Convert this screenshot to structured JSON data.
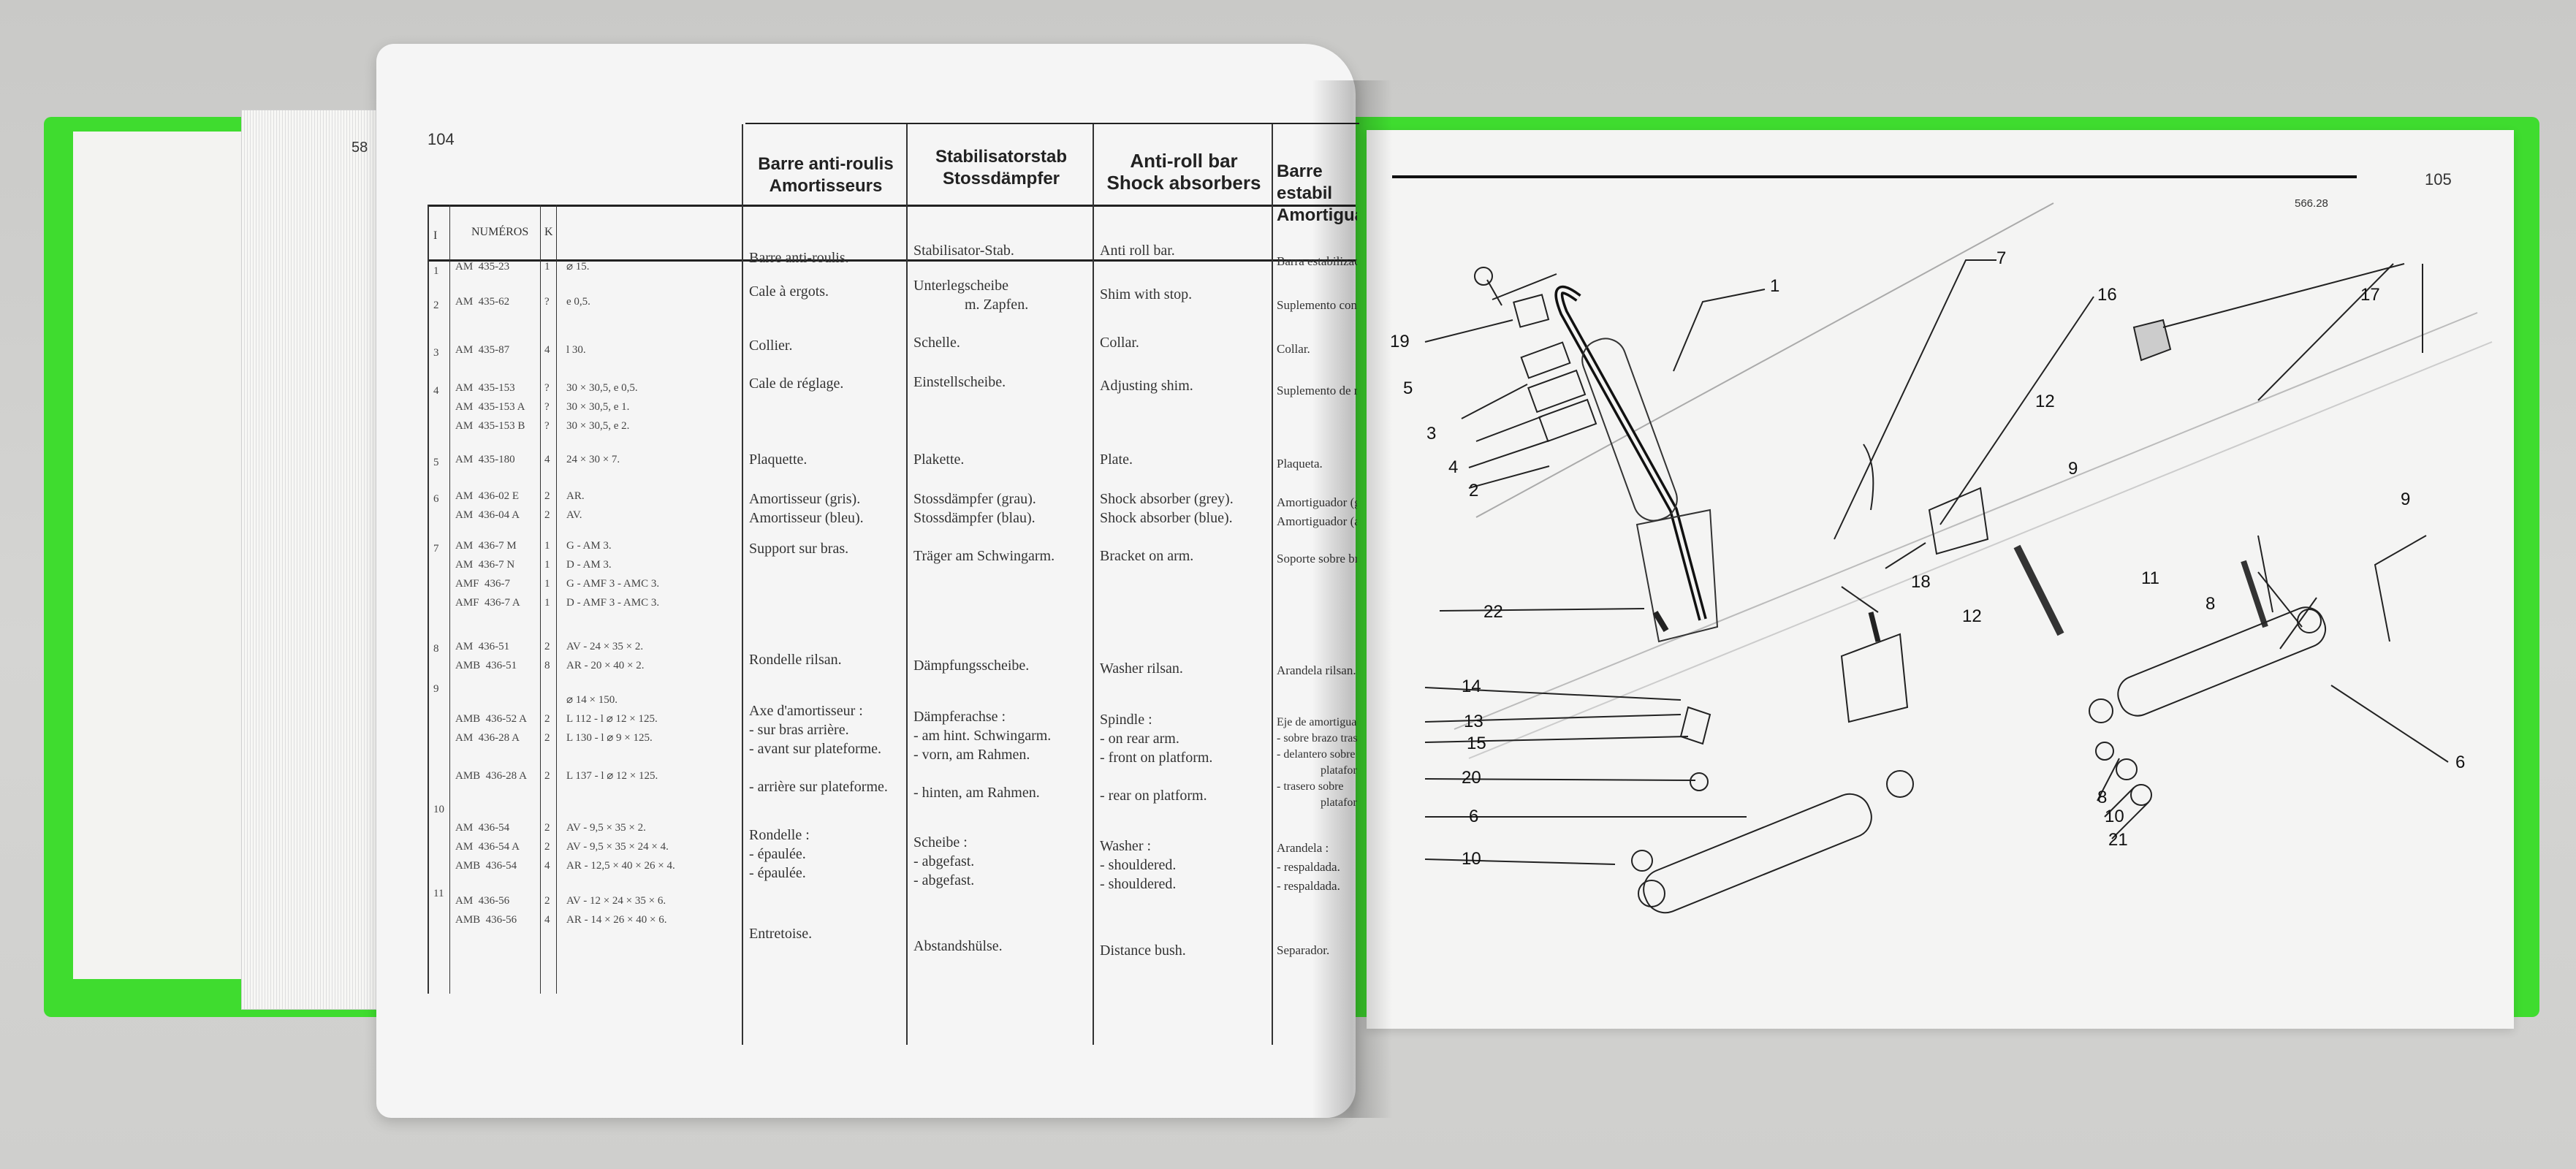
{
  "page_left": {
    "number": "104",
    "edge_number": "58"
  },
  "page_right": {
    "number": "105",
    "ref": "566.28"
  },
  "table": {
    "col_i": "I",
    "col_numeros": "NUMÉROS",
    "col_k": "K",
    "headers": [
      [
        "Barre anti-roulis",
        "Amortisseurs"
      ],
      [
        "Stabilisatorstab",
        "Stossdämpfer"
      ],
      [
        "Anti-roll bar",
        "Shock absorbers"
      ],
      [
        "Barre estabil",
        "Amortiguadore"
      ]
    ]
  },
  "rows": [
    {
      "idx": "1",
      "ref": "AM  435-23",
      "k": "1",
      "spec": "⌀ 15.",
      "fr": "Barre anti-roulis.",
      "de": "Stabilisator-Stab.",
      "en": "Anti roll bar.",
      "es": "Barra estabilizado"
    },
    {
      "idx": "2",
      "ref": "AM  435-62",
      "k": "?",
      "spec": "e 0,5.",
      "fr": "Cale à ergots.",
      "de": "Unterlegscheibe\n              m. Zapfen.",
      "en": "Shim with stop.",
      "es": "Suplemento con topes"
    },
    {
      "idx": "3",
      "ref": "AM  435-87",
      "k": "4",
      "spec": "l 30.",
      "fr": "Collier.",
      "de": "Schelle.",
      "en": "Collar.",
      "es": "Collar."
    },
    {
      "idx": "4",
      "ref": "AM  435-153\nAM  435-153 A\nAM  435-153 B",
      "k": "?\n?\n?",
      "spec": "30 × 30,5, e 0,5.\n30 × 30,5, e 1.\n30 × 30,5, e 2.",
      "fr": "Cale de réglage.",
      "de": "Einstellscheibe.",
      "en": "Adjusting shim.",
      "es": "Suplemento de reglaje"
    },
    {
      "idx": "5",
      "ref": "AM  435-180",
      "k": "4",
      "spec": "24 × 30 × 7.",
      "fr": "Plaquette.",
      "de": "Plakette.",
      "en": "Plate.",
      "es": "Plaqueta."
    },
    {
      "idx": "6",
      "ref": "AM  436-02 E\nAM  436-04 A",
      "k": "2\n2",
      "spec": "AR.\nAV.",
      "fr": "Amortisseur (gris).\nAmortisseur (bleu).",
      "de": "Stossdämpfer (grau).\nStossdämpfer (blau).",
      "en": "Shock absorber (grey).\nShock absorber (blue).",
      "es": "Amortiguador (gris)\nAmortiguador (azul)"
    },
    {
      "idx": "7",
      "ref": "AM  436-7 M\nAM  436-7 N\nAMF  436-7\nAMF  436-7 A",
      "k": "1\n1\n1\n1",
      "spec": "G - AM 3.\nD - AM 3.\nG - AMF 3 - AMC 3.\nD - AMF 3 - AMC 3.",
      "fr": "Support sur bras.",
      "de": "Träger am Schwingarm.",
      "en": "Bracket on arm.",
      "es": "Soporte sobre brazo"
    },
    {
      "idx": "8",
      "ref": "AM  436-51\nAMB  436-51",
      "k": "2\n8",
      "spec": "AV - 24 × 35 × 2.\nAR - 20 × 40 × 2.",
      "fr": "Rondelle rilsan.",
      "de": "Dämpfungsscheibe.",
      "en": "Washer rilsan.",
      "es": "Arandela rilsan."
    },
    {
      "idx": "9",
      "ref": "\nAMB  436-52 A\nAM  436-28 A\n\nAMB  436-28 A",
      "k": "\n2\n2\n\n2",
      "spec": "⌀ 14 × 150.\nL 112 - l ⌀ 12 × 125.\nL 130 - l ⌀ 9 × 125.\n\nL 137 - l ⌀ 12 × 125.",
      "fr": "Axe d'amortisseur :\n- sur bras arrière.\n- avant sur plateforme.\n\n- arrière sur plateforme.",
      "de": "Dämpferachse :\n- am hint. Schwingarm.\n- vorn, am Rahmen.\n\n- hinten, am Rahmen.",
      "en": "Spindle :\n- on rear arm.\n- front on platform.\n\n- rear on platform.",
      "es": "Eje de amortiguador\n- sobre brazo trasero\n- delantero sobre\n               plataforma\n- trasero sobre\n               plataforma"
    },
    {
      "idx": "10",
      "ref": "AM  436-54\nAM  436-54 A\nAMB  436-54",
      "k": "2\n2\n4",
      "spec": "AV - 9,5 × 35 × 2.\nAV - 9,5 × 35 × 24 × 4.\nAR - 12,5 × 40 × 26 × 4.",
      "fr": "Rondelle :\n- épaulée.\n- épaulée.",
      "de": "Scheibe :\n- abgefast.\n- abgefast.",
      "en": "Washer :\n- shouldered.\n- shouldered.",
      "es": "Arandela :\n- respaldada.\n- respaldada."
    },
    {
      "idx": "11",
      "ref": "AM  436-56\nAMB  436-56",
      "k": "2\n4",
      "spec": "AV - 12 × 24 × 35 × 6.\nAR - 14 × 26 × 40 × 6.",
      "fr": "Entretoise.",
      "de": "Abstandshülse.",
      "en": "Distance bush.",
      "es": "Separador."
    }
  ],
  "diagram": {
    "callouts": [
      "1",
      "7",
      "16",
      "17",
      "19",
      "5",
      "3",
      "4",
      "2",
      "12",
      "9",
      "22",
      "18",
      "12",
      "11",
      "8",
      "14",
      "13",
      "15",
      "20",
      "6",
      "10",
      "8",
      "10",
      "21",
      "6",
      "9"
    ]
  }
}
